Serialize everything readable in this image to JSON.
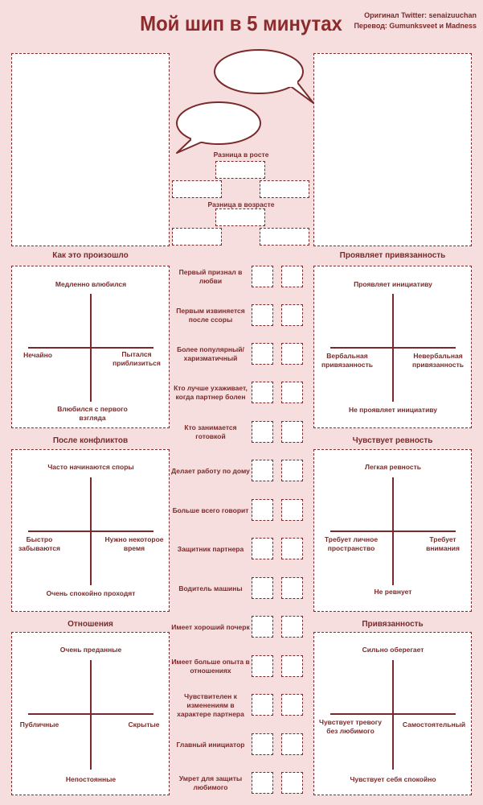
{
  "header": {
    "title": "Мой шип в 5 минутах",
    "credit_original": "Оригинал Twitter: senaizuuchan",
    "credit_translation": "Перевод: Gumunksveet и Madness"
  },
  "middle_top": {
    "height_diff": "Разница в росте",
    "age_diff": "Разница в возрасте"
  },
  "charts": {
    "how": {
      "title": "Как это произошло",
      "top": "Медленно влюбился",
      "left": "Нечайно",
      "right": "Пытался приблизиться",
      "bottom": "Влюбился с первого взгляда"
    },
    "affection": {
      "title": "Проявляет привязанность",
      "top": "Проявляет инициативу",
      "left": "Вербальная привязанность",
      "right": "Невербальная привязанность",
      "bottom": "Не проявляет инициативу"
    },
    "conflicts": {
      "title": "После конфликтов",
      "top": "Часто начинаются споры",
      "left": "Быстро забываются",
      "right": "Нужно некоторое время",
      "bottom": "Очень спокойно проходят"
    },
    "jealousy": {
      "title": "Чувствует ревность",
      "top": "Легкая ревность",
      "left": "Требует личное пространство",
      "right": "Требует внимания",
      "bottom": "Не ревнует"
    },
    "relations": {
      "title": "Отношения",
      "top": "Очень преданные",
      "left": "Публичные",
      "right": "Скрытые",
      "bottom": "Непостоянные"
    },
    "attachment": {
      "title": "Привязанность",
      "top": "Сильно оберегает",
      "left": "Чувствует тревогу без любимого",
      "right": "Самостоятельный",
      "bottom": "Чувствует себя спокойно"
    }
  },
  "questions": [
    "Первый признал в любви",
    "Первым извиняется после ссоры",
    "Более популярный/ харизматичный",
    "Кто лучше ухаживает, когда партнер болен",
    "Кто занимается готовкой",
    "Делает работу по дому",
    "Больше всего говорит",
    "Защитник партнера",
    "Водитель машины",
    "Имеет хороший почерк",
    "Имеет больше опыта в отношениях",
    "Чувствителен к изменениям в характере партнера",
    "Главный инициатор",
    "Умрет для защиты любимого"
  ]
}
